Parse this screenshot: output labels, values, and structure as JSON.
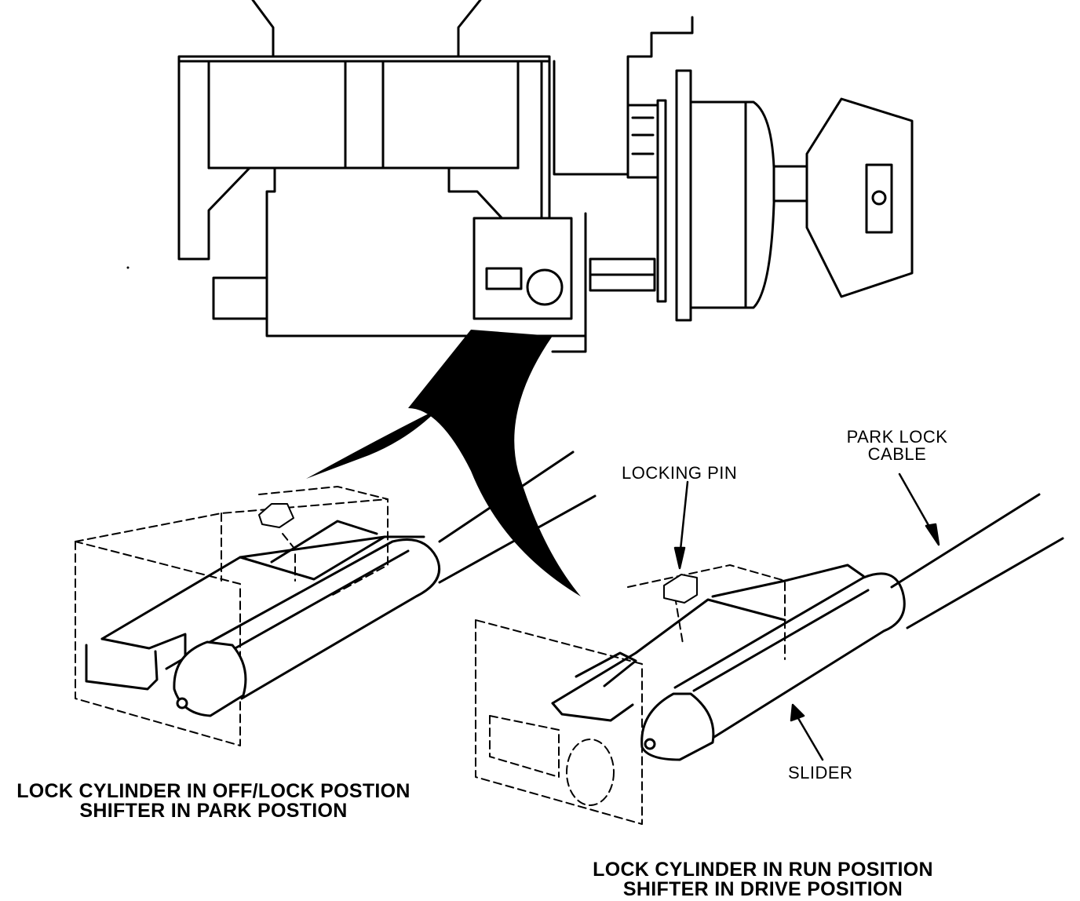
{
  "labels": {
    "park_lock_cable_line1": "PARK LOCK",
    "park_lock_cable_line2": "CABLE",
    "locking_pin": "LOCKING PIN",
    "slider": "SLIDER"
  },
  "captions": {
    "left_line1": "LOCK CYLINDER IN OFF/LOCK POSTION",
    "left_line2": "SHIFTER IN PARK POSTION",
    "right_line1": "LOCK CYLINDER IN RUN POSITION",
    "right_line2": "SHIFTER IN DRIVE POSITION"
  }
}
